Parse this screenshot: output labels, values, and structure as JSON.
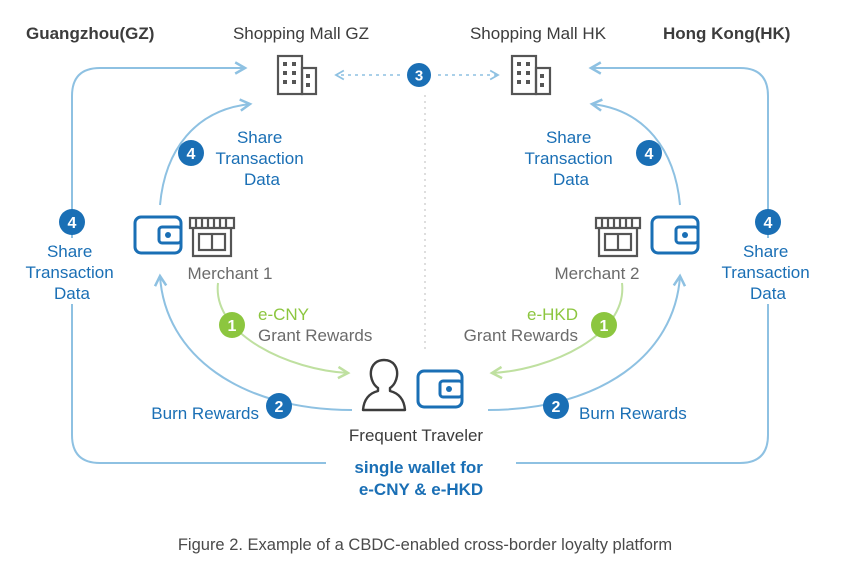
{
  "regions": {
    "left": "Guangzhou(GZ)",
    "right": "Hong Kong(HK)"
  },
  "malls": {
    "left": "Shopping Mall GZ",
    "right": "Shopping Mall HK"
  },
  "merchants": {
    "left": "Merchant 1",
    "right": "Merchant 2"
  },
  "steps": {
    "one": "1",
    "two": "2",
    "three": "3",
    "four": "4"
  },
  "share_data": {
    "line1": "Share",
    "line2": "Transaction",
    "line3": "Data"
  },
  "rewards": {
    "left_currency": "e-CNY",
    "right_currency": "e-HKD",
    "grant": "Grant Rewards",
    "burn": "Burn Rewards"
  },
  "traveler": {
    "label": "Frequent Traveler",
    "wallet_line1": "single wallet for",
    "wallet_line2": "e-CNY & e-HKD"
  },
  "caption": "Figure 2. Example of a CBDC-enabled cross-border loyalty platform",
  "colors": {
    "blue": "#1a6fb5",
    "light_blue": "#8ec1e2",
    "green": "#8cc63f",
    "light_green": "#bfe0a0",
    "dark_text": "#3c3c3c",
    "gray": "#6b6b6b"
  }
}
